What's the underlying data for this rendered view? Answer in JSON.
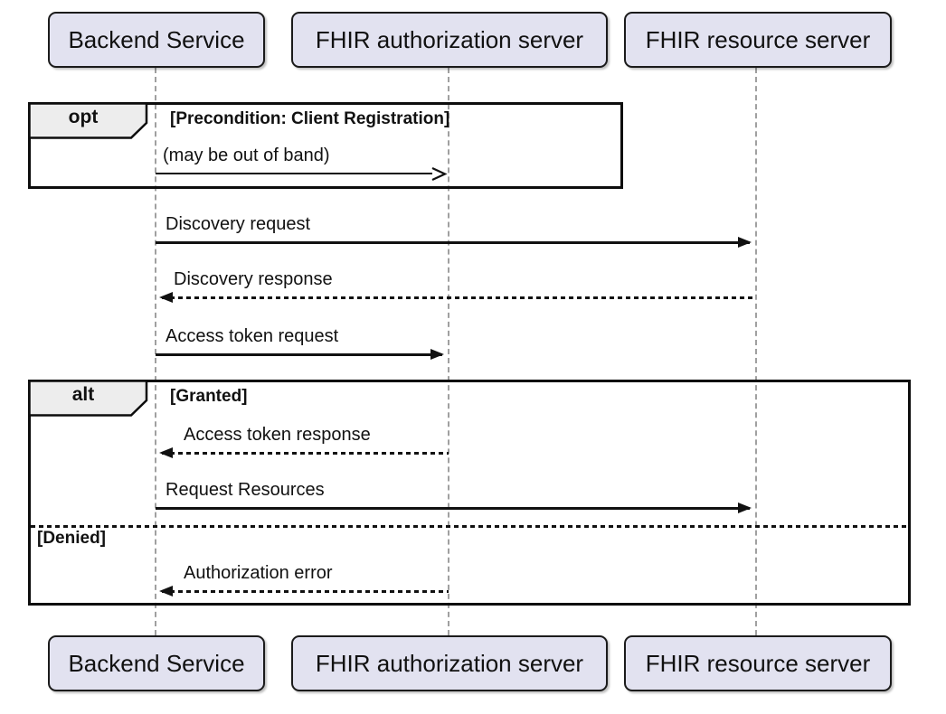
{
  "diagram": {
    "type": "sequence-diagram",
    "participants": [
      {
        "id": "backend",
        "label": "Backend Service"
      },
      {
        "id": "auth",
        "label": "FHIR authorization server"
      },
      {
        "id": "resource",
        "label": "FHIR resource server"
      }
    ],
    "messages": [
      {
        "id": "client-registration",
        "label": "(may be out of band)",
        "from": "backend",
        "to": "auth",
        "line": "solid",
        "head": "open"
      },
      {
        "id": "discovery-request",
        "label": "Discovery request",
        "from": "backend",
        "to": "resource",
        "line": "solid",
        "head": "filled"
      },
      {
        "id": "discovery-response",
        "label": "Discovery response",
        "from": "resource",
        "to": "backend",
        "line": "dotted",
        "head": "filled"
      },
      {
        "id": "access-token-request",
        "label": "Access token request",
        "from": "backend",
        "to": "auth",
        "line": "solid",
        "head": "filled"
      },
      {
        "id": "access-token-response",
        "label": "Access token response",
        "from": "auth",
        "to": "backend",
        "line": "dotted",
        "head": "filled"
      },
      {
        "id": "request-resources",
        "label": "Request Resources",
        "from": "backend",
        "to": "resource",
        "line": "solid",
        "head": "filled"
      },
      {
        "id": "authorization-error",
        "label": "Authorization error",
        "from": "auth",
        "to": "backend",
        "line": "dotted",
        "head": "filled"
      }
    ],
    "fragments": [
      {
        "id": "opt",
        "operator": "opt",
        "guard": "[Precondition: Client Registration]"
      },
      {
        "id": "alt",
        "operator": "alt",
        "guard": "[Granted]",
        "else_guard": "[Denied]"
      }
    ],
    "colors": {
      "participant_fill": "#E2E2F0",
      "participant_border": "#1b1b1b",
      "frame_border": "#0d0d0d",
      "operator_label_fill": "#EDEDED",
      "lifeline": "#a0a0a0",
      "text": "#111111"
    }
  }
}
